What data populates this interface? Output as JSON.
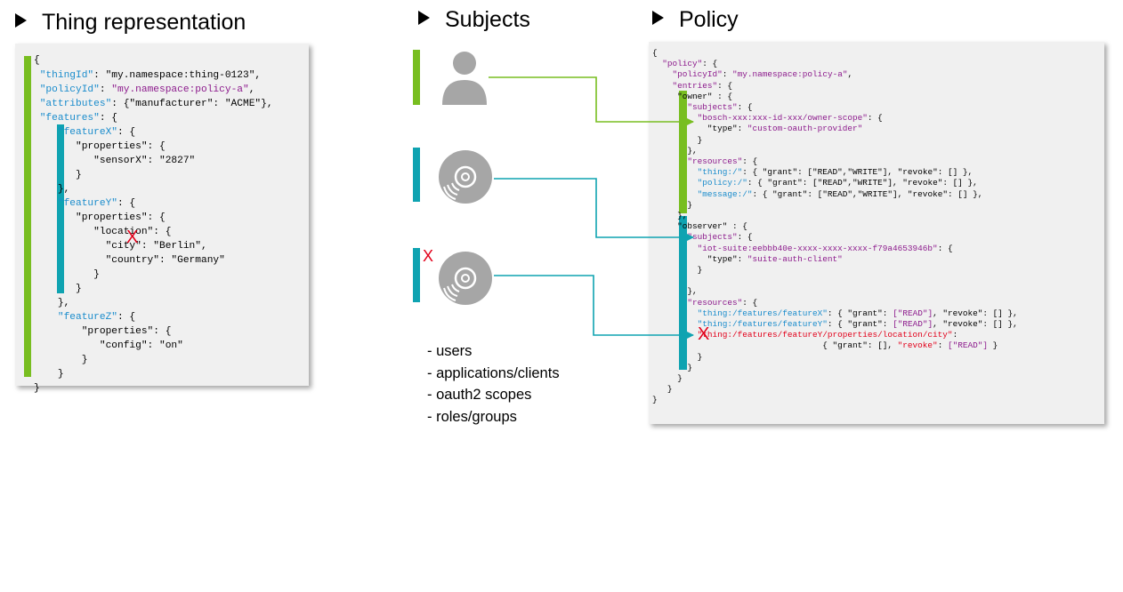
{
  "titles": {
    "thing": "Thing representation",
    "subjects": "Subjects",
    "policy": "Policy"
  },
  "thing_lines": [
    "{",
    " \"thingId\": \"my.namespace:thing-0123\",",
    " \"policyId\": \"my.namespace:policy-a\",",
    " \"attributes\": {\"manufacturer\": \"ACME\"},",
    " \"features\": {",
    "    \"featureX\": {",
    "       \"properties\": {",
    "          \"sensorX\": \"2827\"",
    "       }",
    "    },",
    "    \"featureY\": {",
    "       \"properties\": {",
    "          \"location\": {",
    "            \"city\": \"Berlin\",",
    "            \"country\": \"Germany\"",
    "          }",
    "       }",
    "    },",
    "    \"featureZ\": {",
    "        \"properties\": {",
    "           \"config\": \"on\"",
    "        }",
    "    }",
    "}"
  ],
  "policy_lines": [
    "{",
    "  \"policy\": {",
    "    \"policyId\": \"my.namespace:policy-a\",",
    "    \"entries\": {",
    "     \"owner\" : {",
    "       \"subjects\": {",
    "         \"bosch-xxx:xxx-id-xxx/owner-scope\": {",
    "           \"type\": \"custom-oauth-provider\"",
    "         }",
    "       },",
    "       \"resources\": {",
    "         \"thing:/\": { \"grant\": [\"READ\",\"WRITE\"], \"revoke\": [] },",
    "         \"policy:/\": { \"grant\": [\"READ\",\"WRITE\"], \"revoke\": [] },",
    "         \"message:/\": { \"grant\": [\"READ\",\"WRITE\"], \"revoke\": [] },",
    "       }",
    "     },",
    "     \"observer\" : {",
    "       \"subjects\": {",
    "         \"iot-suite:eebbb40e-xxxx-xxxx-xxxx-f79a4653946b\": {",
    "           \"type\": \"suite-auth-client\"",
    "         }",
    "",
    "       },",
    "       \"resources\": {",
    "         \"thing:/features/featureX\": { \"grant\": [\"READ\"], \"revoke\": [] },",
    "         \"thing:/features/featureY\": { \"grant\": [\"READ\"], \"revoke\": [] },",
    "         \"thing:/features/featureY/properties/location/city\":",
    "                                  { \"grant\": [], \"revoke\": [\"READ\"] }",
    "         }",
    "       }",
    "     }",
    "   }",
    "}"
  ],
  "subject_list": [
    "- users",
    "- applications/clients",
    "- oauth2 scopes",
    "- roles/groups"
  ],
  "markers": {
    "deny": "X"
  },
  "icons": {
    "subject_user": "user-icon",
    "subject_client_1": "client-disc-icon",
    "subject_client_2": "client-disc-icon"
  },
  "colors": {
    "owner": "#78be20",
    "observer": "#0fa3b1",
    "key": "#1a8ccc",
    "policy_value": "#8c1a8c",
    "denied": "#e2001a"
  }
}
